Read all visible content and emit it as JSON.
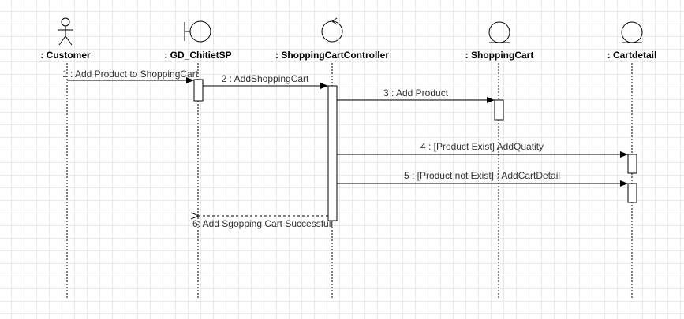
{
  "diagram": {
    "type": "UML sequence diagram",
    "participants": [
      {
        "id": "p1",
        "name": ": Customer",
        "kind": "actor"
      },
      {
        "id": "p2",
        "name": ": GD_ChitietSP",
        "kind": "boundary"
      },
      {
        "id": "p3",
        "name": ": ShoppingCartController",
        "kind": "control"
      },
      {
        "id": "p4",
        "name": ": ShoppingCart",
        "kind": "entity"
      },
      {
        "id": "p5",
        "name": ": Cartdetail",
        "kind": "entity"
      }
    ],
    "messages": [
      {
        "id": "m1",
        "label": "1 : Add Product to ShoppingCart",
        "from": "p1",
        "to": "p2",
        "kind": "sync"
      },
      {
        "id": "m2",
        "label": "2 : AddShoppingCart",
        "from": "p2",
        "to": "p3",
        "kind": "sync"
      },
      {
        "id": "m3",
        "label": "3 : Add Product",
        "from": "p3",
        "to": "p4",
        "kind": "sync"
      },
      {
        "id": "m4",
        "label": "4 : [Product Exist] AddQuatity",
        "from": "p3",
        "to": "p5",
        "kind": "sync"
      },
      {
        "id": "m5",
        "label": "5 : [Product not Exist] : AddCartDetail",
        "from": "p3",
        "to": "p5",
        "kind": "sync"
      },
      {
        "id": "m6",
        "label": "6: Add Sgopping Cart Successfull",
        "from": "p3",
        "to": "p2",
        "kind": "return"
      }
    ]
  }
}
